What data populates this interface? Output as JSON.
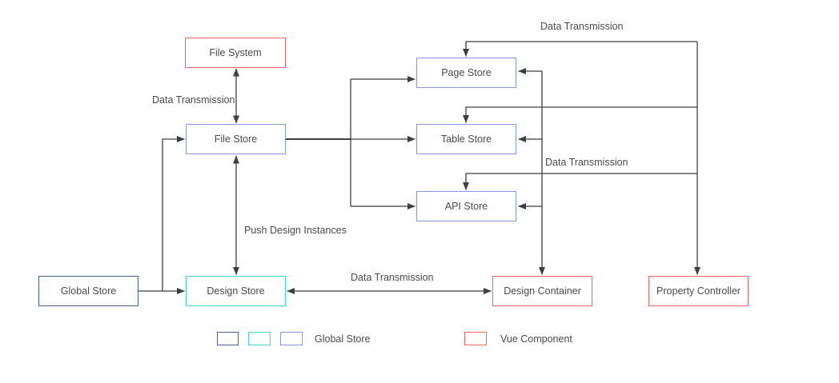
{
  "diagram": {
    "nodes": {
      "file_system": {
        "label": "File System",
        "type": "vue-component"
      },
      "file_store": {
        "label": "File Store",
        "type": "global-store"
      },
      "page_store": {
        "label": "Page Store",
        "type": "global-store"
      },
      "table_store": {
        "label": "Table Store",
        "type": "global-store"
      },
      "api_store": {
        "label": "API Store",
        "type": "global-store"
      },
      "global_store": {
        "label": "Global Store",
        "type": "global-store"
      },
      "design_store": {
        "label": "Design Store",
        "type": "global-store"
      },
      "design_container": {
        "label": "Design Container",
        "type": "vue-component"
      },
      "property_controller": {
        "label": "Property Controller",
        "type": "vue-component"
      }
    },
    "edge_labels": {
      "file_system_file_store": "Data Transmission",
      "file_store_design_store": "Push Design Instances",
      "design_store_design_container": "Data Transmission",
      "property_controller_top": "Data Transmission",
      "property_controller_mid": "Data Transmission"
    },
    "legend": {
      "global_store": "Global Store",
      "vue_component": "Vue Component"
    },
    "colors": {
      "vue_component_red": "#f56060",
      "store_periwinkle": "#8795ee",
      "store_navy": "#45619e",
      "store_cyan": "#3ed6d2",
      "connector_line": "#3f3f3f",
      "text": "#4a4a4a"
    }
  }
}
